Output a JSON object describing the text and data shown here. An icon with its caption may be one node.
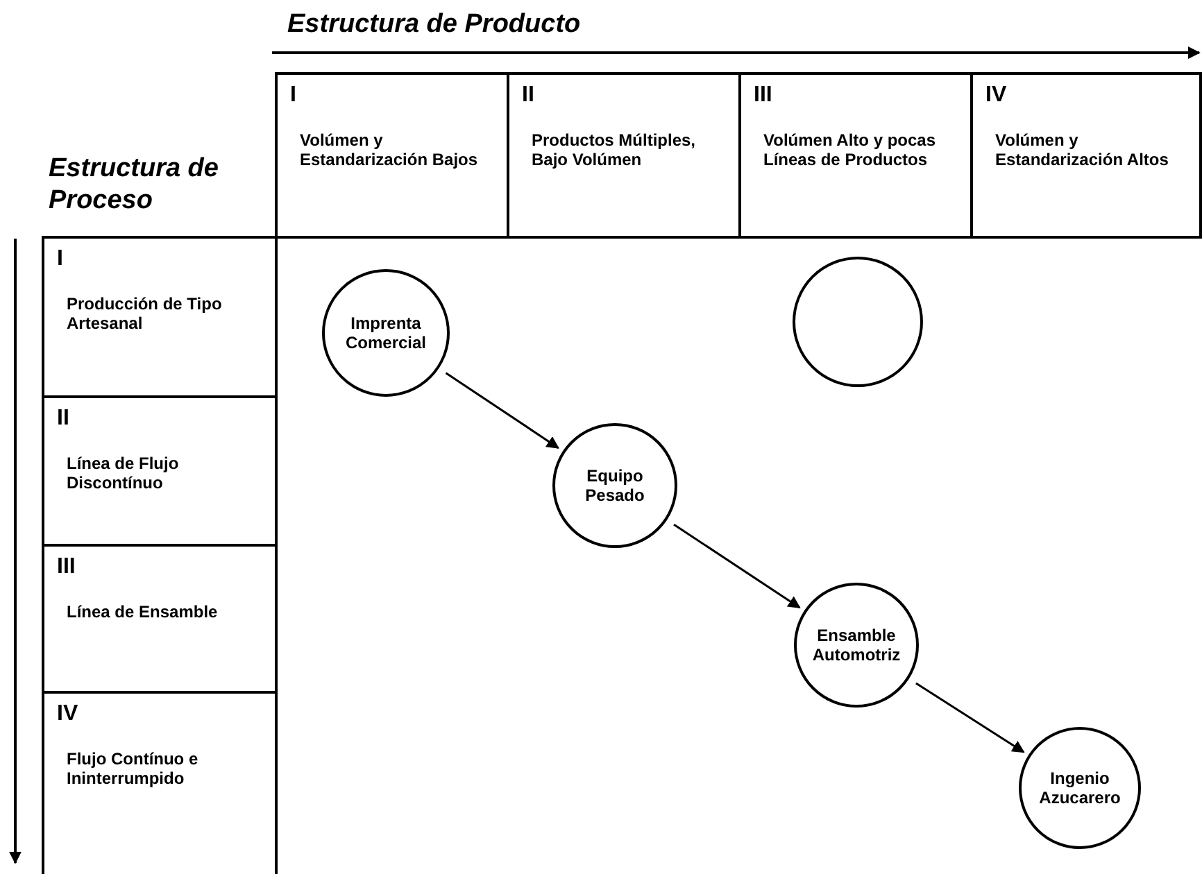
{
  "diagram": {
    "nodes": [
      {
        "text": [
          "I",
          "Volúmen y Estandarización Bajos"
        ]
      },
      {
        "text": [
          "II",
          "Productos Múltiples, Bajo Volúmen"
        ]
      },
      {
        "text": [
          "III",
          "Volúmen Alto y pocas Líneas de Productos"
        ]
      },
      {
        "text": [
          "IV",
          "Volúmen y Estandarización Altos"
        ]
      },
      {
        "text": [
          "I",
          "Producción de Tipo Artesanal"
        ]
      },
      {
        "text": [
          "II",
          "Línea de Flujo Discontínuo"
        ]
      },
      {
        "text": [
          "III",
          "Línea de Ensamble"
        ]
      },
      {
        "text": [
          "IV",
          "Flujo Contínuo e Ininterrumpido"
        ]
      },
      {
        "text": [
          "Imprenta Comercial"
        ]
      },
      {
        "text": [],
        "shape": "circle"
      },
      {
        "text": [
          "Equipo Pesado"
        ]
      },
      {
        "text": [
          "Ensamble Automotriz"
        ]
      },
      {
        "text": [
          "Ingenio Azucarero"
        ]
      }
    ],
    "edges": [
      {
        "from": 8,
        "to": 10,
        "arrow": "to"
      },
      {
        "from": 10,
        "to": 11,
        "arrow": "to"
      },
      {
        "from": 11,
        "to": 12,
        "arrow": "to"
      }
    ],
    "labels": [
      "Estructura de Producto",
      "Estructura de Proceso"
    ]
  }
}
